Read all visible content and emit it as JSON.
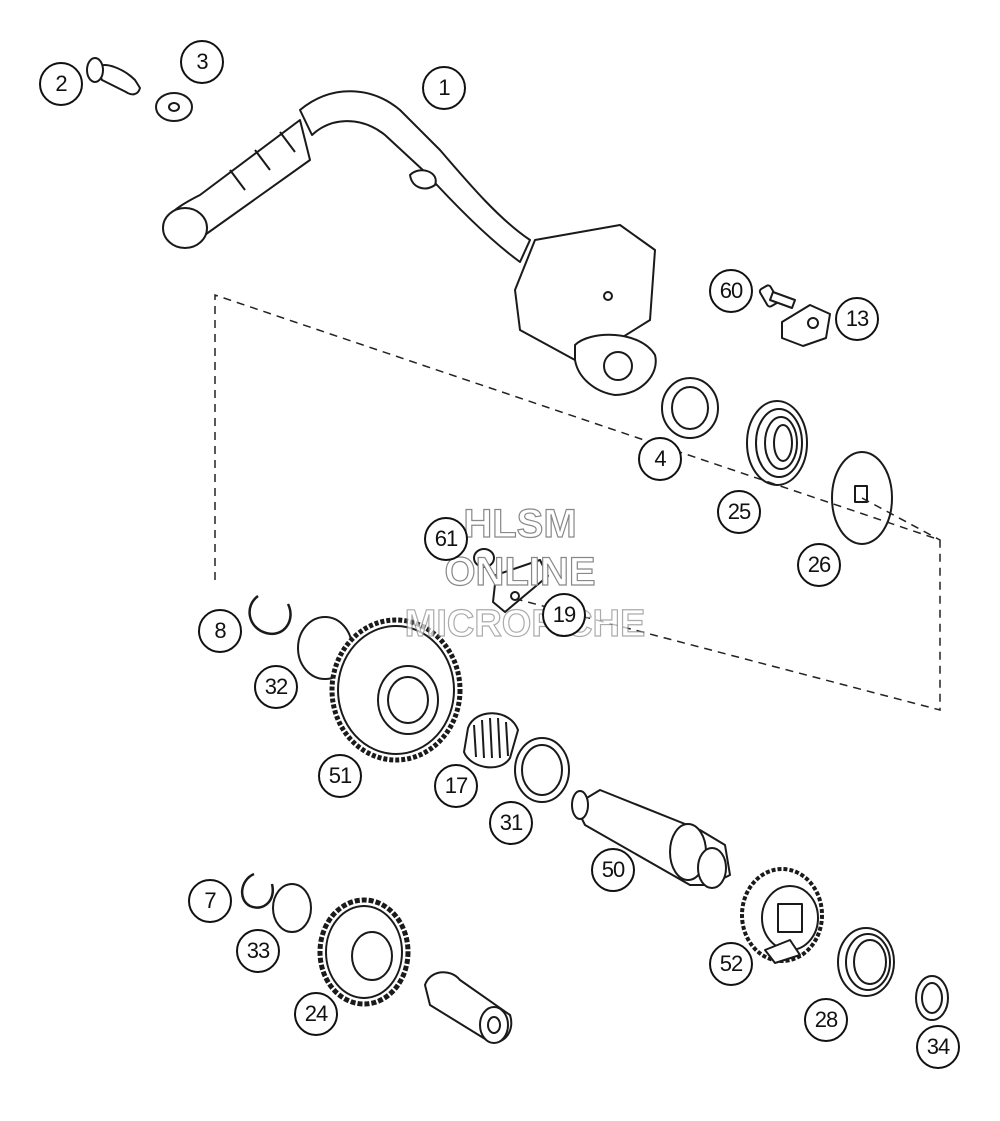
{
  "diagram": {
    "callouts": [
      "1",
      "2",
      "3",
      "60",
      "13",
      "4",
      "25",
      "26",
      "61",
      "19",
      "8",
      "32",
      "51",
      "17",
      "31",
      "50",
      "7",
      "33",
      "24",
      "52",
      "28",
      "34"
    ]
  },
  "watermark": {
    "line1": "HLSM",
    "line2": "ONLINE",
    "line3": "MICROFICHE"
  }
}
